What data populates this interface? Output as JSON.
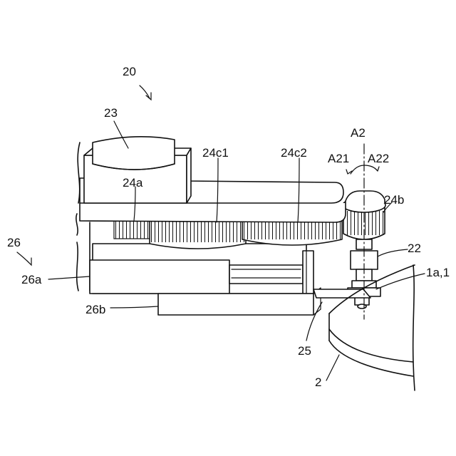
{
  "labels": {
    "device": "20",
    "motor": "23",
    "gear_in": "24a",
    "gear_c1": "24c1",
    "gear_c2": "24c2",
    "gear_out": "24b",
    "axis": "A2",
    "dir_ccw": "A21",
    "dir_cw": "A22",
    "shaft": "22",
    "workpiece": "1a,1",
    "arm": "25",
    "table": "2",
    "slider_unit": "26",
    "slider_a": "26a",
    "slider_b": "26b"
  }
}
